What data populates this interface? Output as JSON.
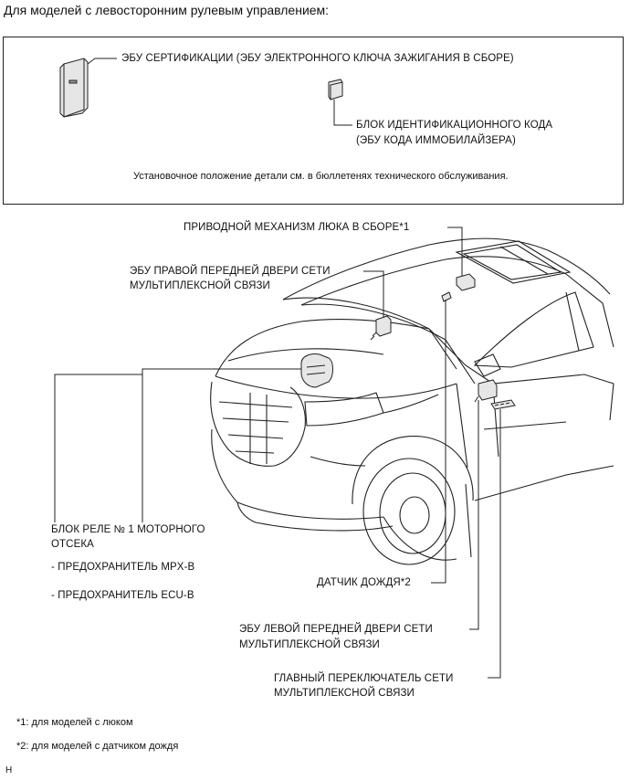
{
  "header": "Для моделей с левосторонним рулевым управлением:",
  "box": {
    "cert_ecu": "ЭБУ СЕРТИФИКАЦИИ (ЭБУ ЭЛЕКТРОННОГО КЛЮЧА ЗАЖИГАНИЯ В СБОРЕ)",
    "id_box_line1": "БЛОК ИДЕНТИФИКАЦИОННОГО КОДА",
    "id_box_line2": "(ЭБУ КОДА ИММОБИЛАЙЗЕРА)",
    "install_note": "Установочное положение детали см. в бюллетенях технического обслуживания."
  },
  "labels": {
    "sunroof_line1": "ПРИВОДНОЙ МЕХАНИЗМ ЛЮКА В СБОРЕ*1",
    "rf_door_ecu_line1": "ЭБУ ПРАВОЙ ПЕРЕДНЕЙ ДВЕРИ СЕТИ",
    "rf_door_ecu_line2": "МУЛЬТИПЛЕКСНОЙ СВЯЗИ",
    "relay_block_line1": "БЛОК РЕЛЕ № 1 МОТОРНОГО",
    "relay_block_line2": "ОТСЕКА",
    "fuse_mpx": "- ПРЕДОХРАНИТЕЛЬ MPX-B",
    "fuse_ecu": "- ПРЕДОХРАНИТЕЛЬ ECU-B",
    "rain_sensor": "ДАТЧИК ДОЖДЯ*2",
    "lf_door_ecu_line1": "ЭБУ ЛЕВОЙ ПЕРЕДНЕЙ ДВЕРИ СЕТИ",
    "lf_door_ecu_line2": "МУЛЬТИПЛЕКСНОЙ СВЯЗИ",
    "master_switch_line1": "ГЛАВНЫЙ ПЕРЕКЛЮЧАТЕЛЬ СЕТИ",
    "master_switch_line2": "МУЛЬТИПЛЕКСНОЙ СВЯЗИ"
  },
  "footnotes": {
    "f1": "*1: для моделей с люком",
    "f2": "*2: для моделей с датчиком дождя"
  },
  "corner_mark": "H",
  "colors": {
    "line": "#222222",
    "part_fill": "#e6e6e6"
  }
}
